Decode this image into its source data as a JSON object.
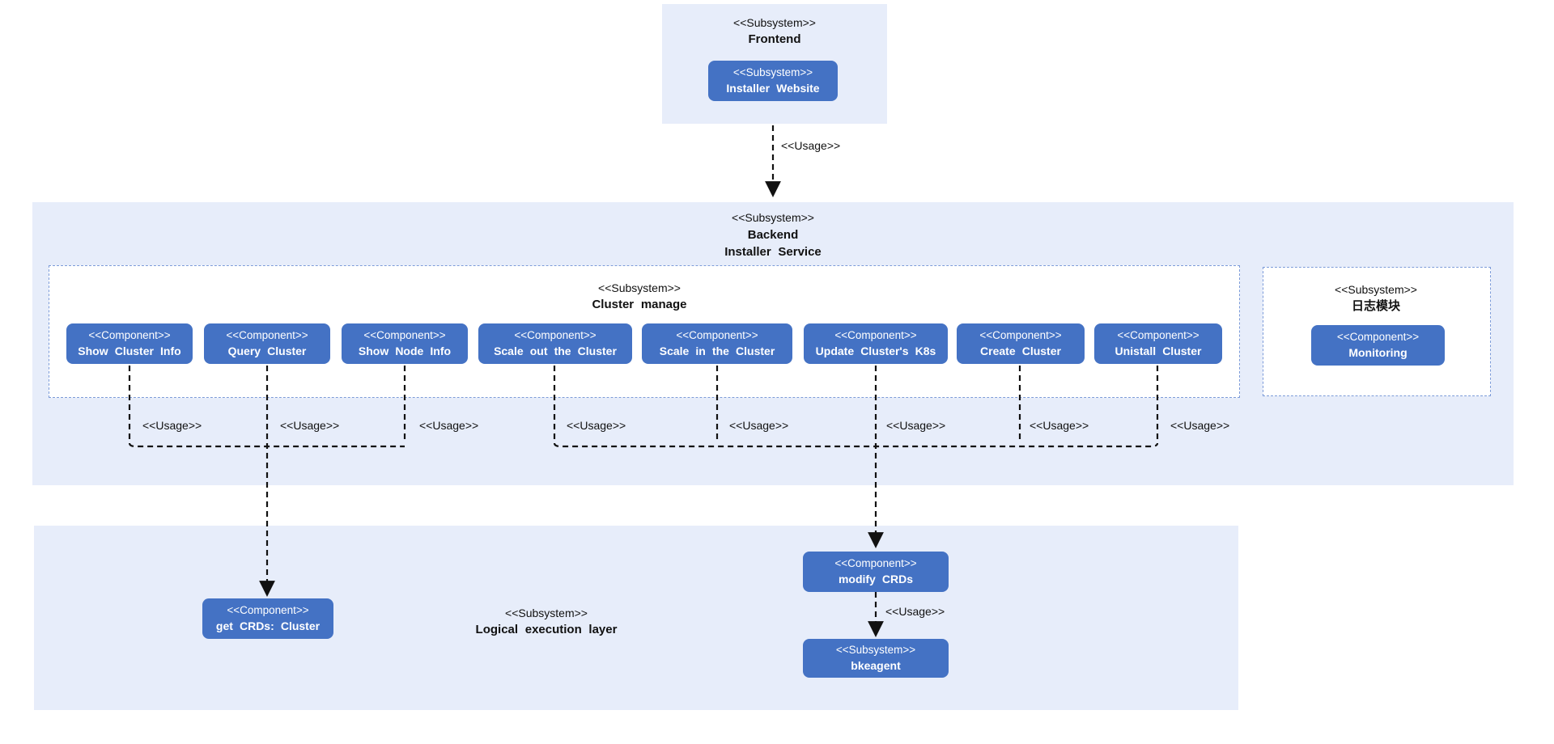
{
  "labels": {
    "usage": "<<Usage>>",
    "subsystem": "<<Subsystem>>",
    "component": "<<Component>>"
  },
  "colors": {
    "node_blue": "#4472c4",
    "container_bg": "#e7edfa",
    "dashed_border": "#7c9bd9",
    "connector": "#111111"
  },
  "frontend": {
    "stereotype": "<<Subsystem>>",
    "name": "Frontend",
    "component": {
      "stereotype": "<<Subsystem>>",
      "name": "Installer Website"
    }
  },
  "backend": {
    "stereotype": "<<Subsystem>>",
    "name_line1": "Backend",
    "name_line2": "Installer Service"
  },
  "cluster_manage": {
    "stereotype": "<<Subsystem>>",
    "name": "Cluster manage",
    "components": [
      {
        "stereotype": "<<Component>>",
        "name": "Show Cluster Info"
      },
      {
        "stereotype": "<<Component>>",
        "name": "Query Cluster"
      },
      {
        "stereotype": "<<Component>>",
        "name": "Show Node Info"
      },
      {
        "stereotype": "<<Component>>",
        "name": "Scale out the Cluster"
      },
      {
        "stereotype": "<<Component>>",
        "name": "Scale in the Cluster"
      },
      {
        "stereotype": "<<Component>>",
        "name": "Update Cluster's K8s"
      },
      {
        "stereotype": "<<Component>>",
        "name": "Create Cluster"
      },
      {
        "stereotype": "<<Component>>",
        "name": "Unistall Cluster"
      }
    ]
  },
  "log_module": {
    "stereotype": "<<Subsystem>>",
    "name": "日志模块",
    "component": {
      "stereotype": "<<Component>>",
      "name": "Monitoring"
    }
  },
  "logical_layer": {
    "stereotype": "<<Subsystem>>",
    "name": "Logical execution layer",
    "get_crds": {
      "stereotype": "<<Component>>",
      "name": "get CRDs: Cluster"
    },
    "modify_crds": {
      "stereotype": "<<Component>>",
      "name": "modify CRDs"
    },
    "bkeagent": {
      "stereotype": "<<Subsystem>>",
      "name": "bkeagent"
    }
  }
}
